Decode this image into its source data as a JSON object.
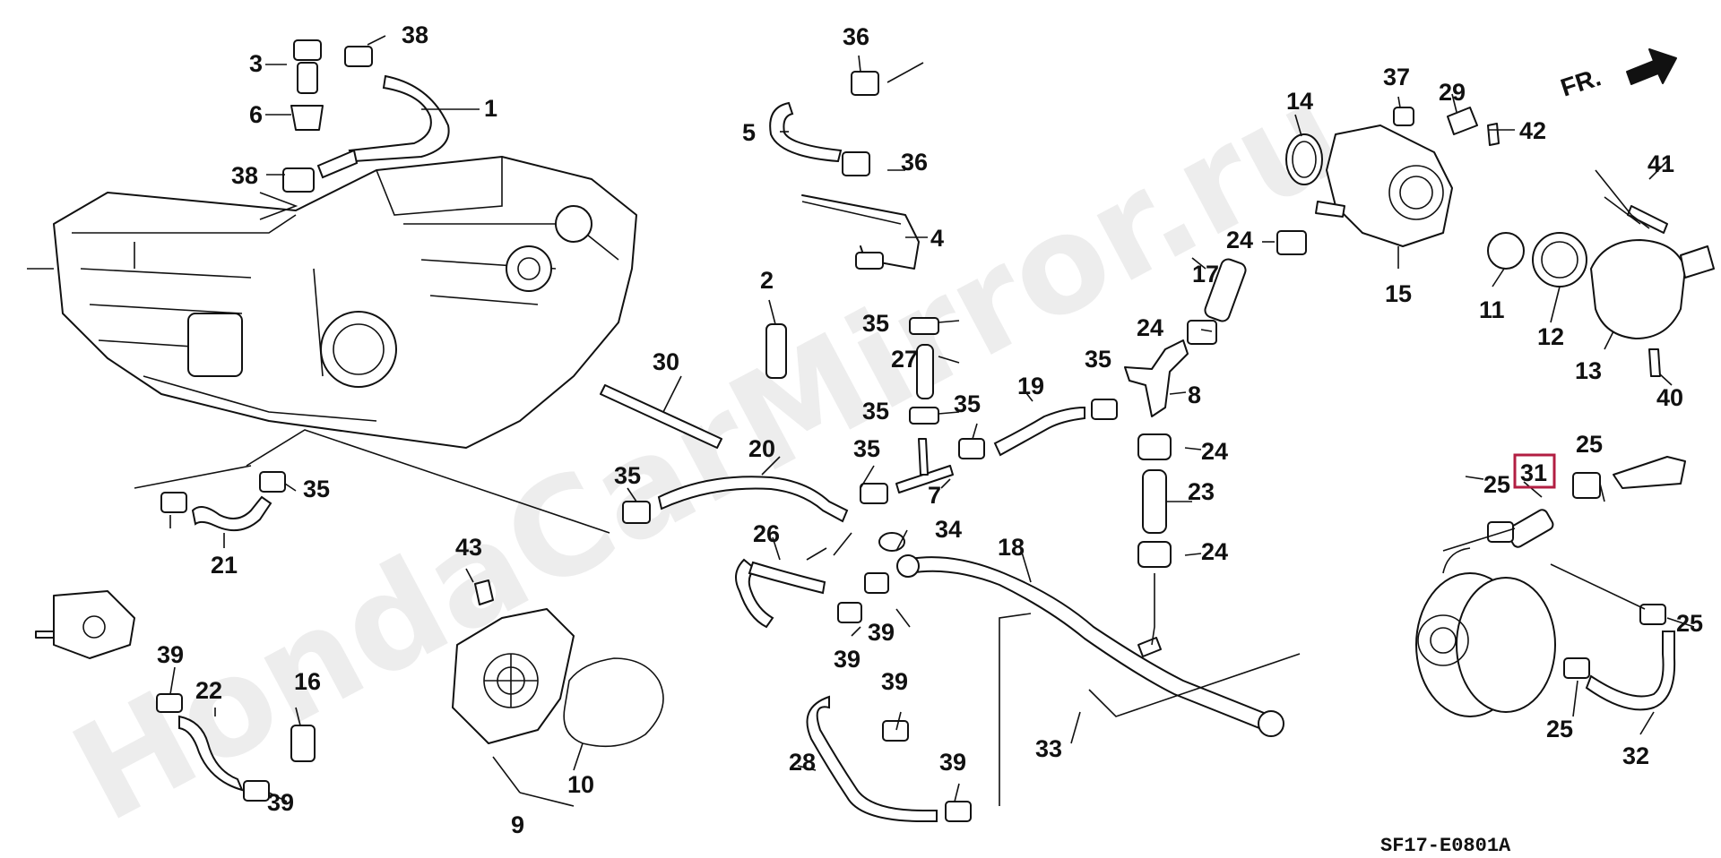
{
  "diagram": {
    "code": "SF17-E0801A",
    "direction_label": "FR.",
    "watermark": "HondaCarMirror.ru",
    "highlight_color": "#b21e42",
    "highlighted_part": "31"
  },
  "callouts": [
    "1",
    "2",
    "3",
    "4",
    "5",
    "6",
    "7",
    "8",
    "9",
    "10",
    "11",
    "12",
    "13",
    "14",
    "15",
    "16",
    "17",
    "18",
    "19",
    "20",
    "21",
    "22",
    "23",
    "24",
    "24",
    "24",
    "24",
    "25",
    "25",
    "25",
    "25",
    "26",
    "27",
    "28",
    "29",
    "30",
    "31",
    "32",
    "33",
    "34",
    "35",
    "35",
    "35",
    "35",
    "35",
    "35",
    "35",
    "36",
    "36",
    "37",
    "38",
    "38",
    "39",
    "39",
    "39",
    "39",
    "39",
    "39",
    "40",
    "41",
    "42",
    "43"
  ]
}
